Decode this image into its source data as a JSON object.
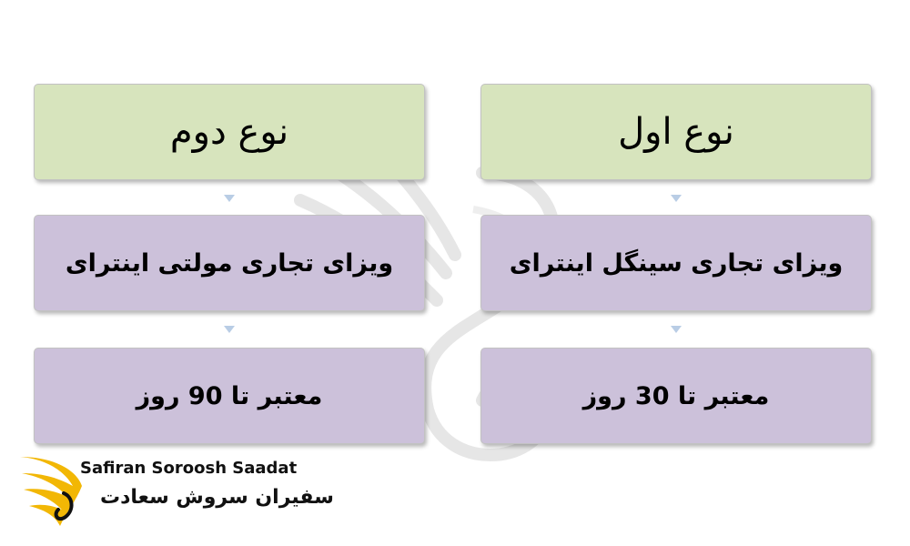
{
  "diagram": {
    "right_column": {
      "header": "نوع اول",
      "type": "ویزای تجاری سینگل اینترای",
      "validity": "معتبر تا 30 روز"
    },
    "left_column": {
      "header": "نوع دوم",
      "type": "ویزای تجاری مولتی اینترای",
      "validity": "معتبر تا 90 روز"
    },
    "colors": {
      "header_fill": "#d7e4bd",
      "body_fill": "#ccc1da",
      "arrow": "#b9cde5",
      "logo_gold": "#f2b705"
    }
  },
  "logo": {
    "name_en": "Safiran Soroosh Saadat",
    "name_fa": "سفیران سروش سعادت"
  }
}
